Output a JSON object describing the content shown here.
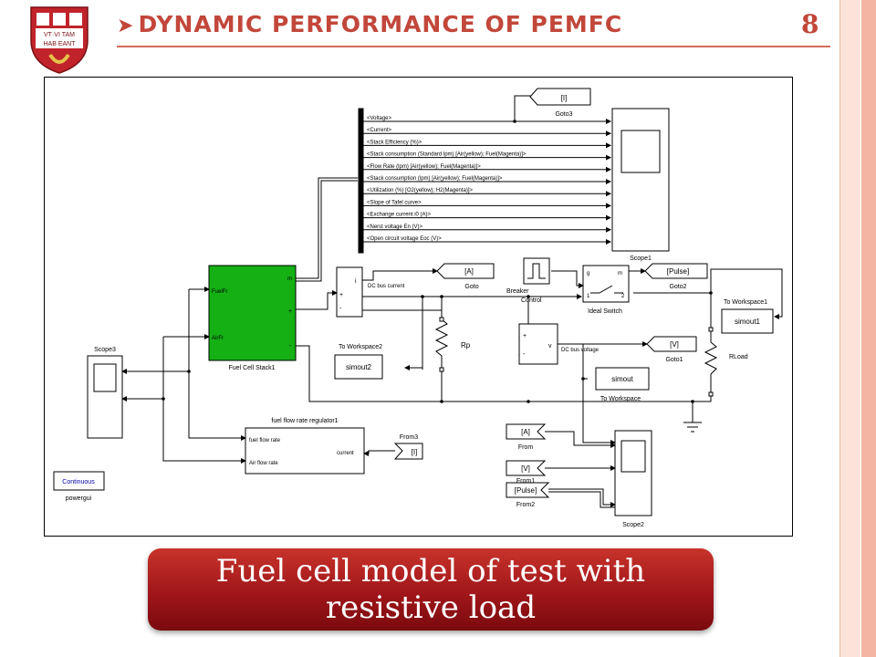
{
  "slide": {
    "title": "Dynamic performance of PEMFC",
    "page_number": "8",
    "caption": "Fuel cell model of test with resistive load",
    "colors": {
      "accent": "#c2473a",
      "caption_bg": "#a0161a",
      "fuel_cell_block": "#14b014"
    }
  },
  "logo": {
    "line1": "VT·VI",
    "line1b": "TAM",
    "line2": "HAB",
    "line2b": "EANT"
  },
  "diagram": {
    "bus_signals": [
      "<Voltage>",
      "<Current>",
      "<Stack Efficiency (%)>",
      "<Stack consumption (Standard lpm) [Air(yellow); Fuel(Magenta)]>",
      "<Flow Rate (lpm) [Air(yellow); Fuel(Magenta)]>",
      "<Stack consumption (lpm) [Air(yellow); Fuel(Magenta)]>",
      "<Utilization (%) [O2(yellow); H2(Magenta)]>",
      "<Slope of Tafel curve>",
      "<Exchange current i0 (A)>",
      "<Nerst voltage En (V)>",
      "<Open circuit voltage Eoc (V)>"
    ],
    "goto3_tag": "[I]",
    "goto3_name": "Goto3",
    "scope1": "Scope1",
    "fuel_cell": {
      "name": "Fuel Cell Stack1",
      "port_fuel": "FuelFr",
      "port_air": "AirFr",
      "port_m": "m",
      "port_plus": "+",
      "port_minus": "-"
    },
    "current_meas": {
      "i": "i",
      "plus": "+",
      "minus": "-"
    },
    "dc_bus_current": "DC bus current",
    "goto": {
      "tag": "[A]",
      "name": "Goto"
    },
    "breaker": {
      "label1": "Breaker",
      "label2": "Control"
    },
    "ideal_switch": {
      "name": "Ideal Switch",
      "g": "g",
      "m": "m",
      "p1": "1",
      "p2": "2"
    },
    "goto2": {
      "tag": "[Pulse]",
      "name": "Goto2"
    },
    "to_workspace1": {
      "name": "To Workspace1",
      "var": "simout1"
    },
    "rp": "Rp",
    "to_workspace2": {
      "name": "To Workspace2",
      "var": "simout2"
    },
    "voltage_meas": {
      "v": "v",
      "plus": "+",
      "minus": "-"
    },
    "dc_bus_voltage": "DC bus voltage",
    "goto1": {
      "tag": "[V]",
      "name": "Goto1"
    },
    "rload": "RLoad",
    "to_workspace": {
      "name": "To Workspace",
      "var": "simout"
    },
    "scope3": "Scope3",
    "regulator": {
      "name": "fuel flow rate regulator1",
      "in": "current",
      "out1": "fuel flow rate",
      "out2": "Air flow rate"
    },
    "from3": {
      "tag": "[I]",
      "name": "From3"
    },
    "from": {
      "tag": "[A]",
      "name": "From"
    },
    "from1": {
      "tag": "[V]",
      "name": "From1"
    },
    "from2": {
      "tag": "[Pulse]",
      "name": "From2"
    },
    "scope2": "Scope2",
    "powergui": {
      "label": "Continuous",
      "name": "powergui"
    }
  }
}
